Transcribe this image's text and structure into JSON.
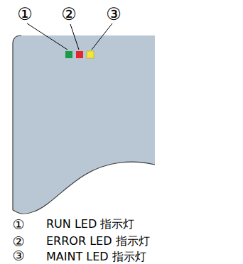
{
  "diagram": {
    "labels": [
      "①",
      "②",
      "③",
      "①",
      "RUN LED 指示灯",
      "②",
      "ERROR LED 指示灯",
      "③",
      "MAINT LED 指示灯"
    ]
  }
}
